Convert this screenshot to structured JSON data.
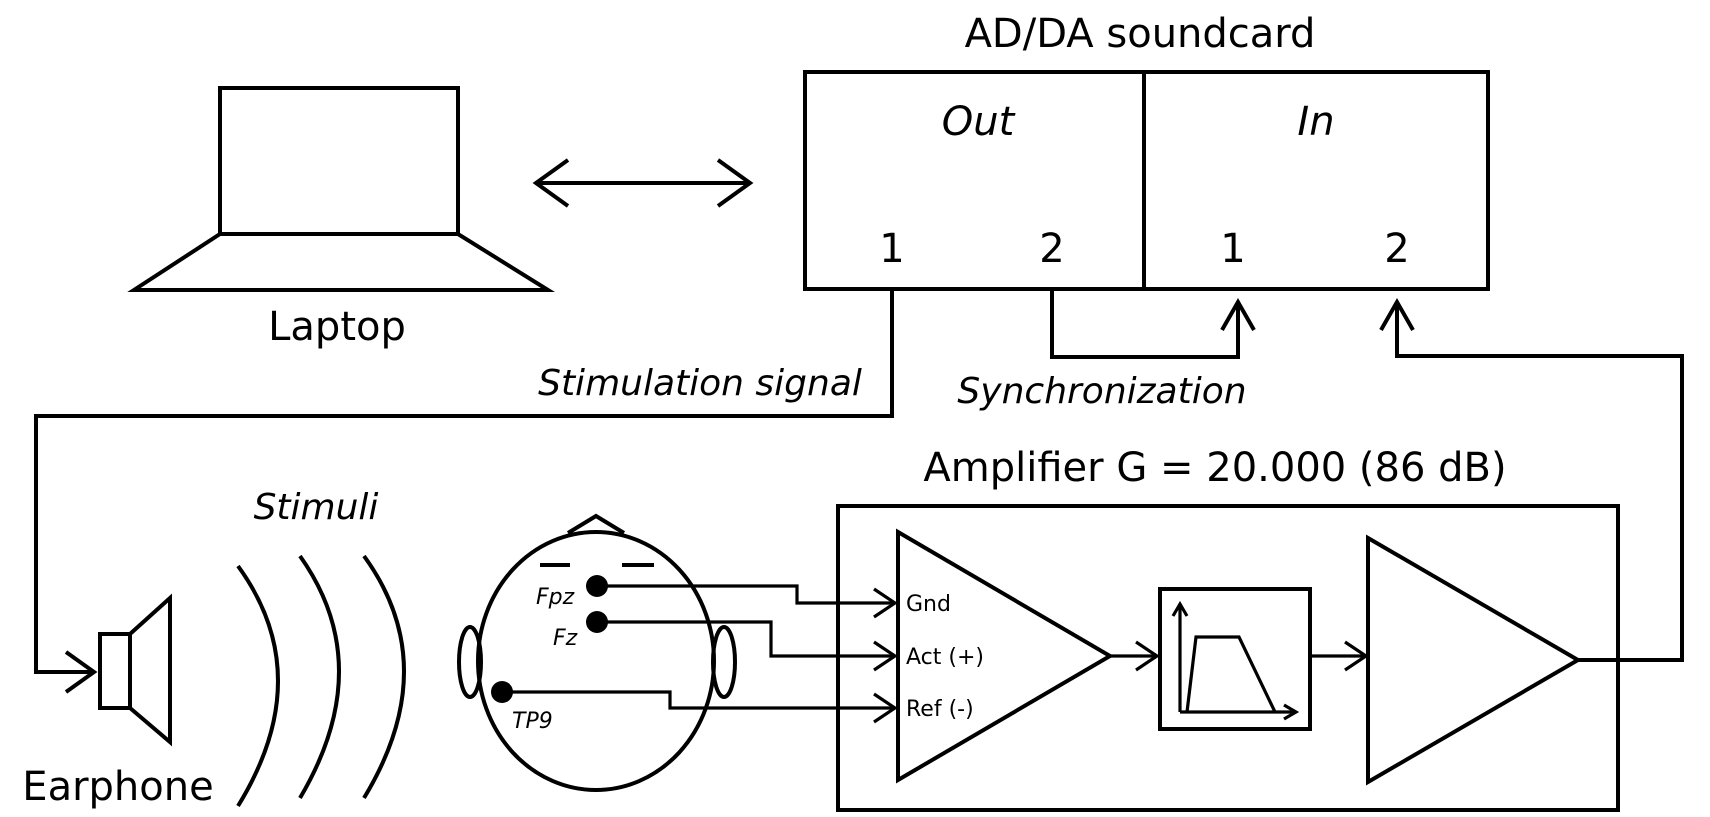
{
  "soundcard": {
    "title": "AD/DA soundcard",
    "out_label": "Out",
    "in_label": "In",
    "out_ch1": "1",
    "out_ch2": "2",
    "in_ch1": "1",
    "in_ch2": "2"
  },
  "laptop": {
    "label": "Laptop"
  },
  "signals": {
    "stimulation": "Stimulation signal",
    "synchronization": "Synchronization"
  },
  "amplifier": {
    "title": "Amplifier G = 20.000 (86 dB)",
    "input_gnd": "Gnd",
    "input_act": "Act (+)",
    "input_ref": "Ref (-)"
  },
  "stimuli": {
    "label": "Stimuli"
  },
  "earphone": {
    "label": "Earphone"
  },
  "electrodes": {
    "fpz": "Fpz",
    "fz": "Fz",
    "tp9": "TP9"
  }
}
